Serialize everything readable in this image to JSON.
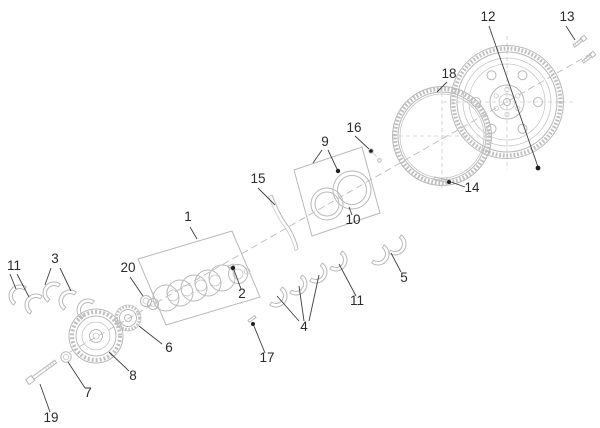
{
  "diagram": {
    "type": "exploded-parts-diagram",
    "colors": {
      "background": "#ffffff",
      "part_line": "#b9b9b9",
      "leader_line": "#3f3f3f",
      "label_text": "#2b2b2b"
    },
    "callouts": [
      {
        "label": "1"
      },
      {
        "label": "2"
      },
      {
        "label": "3"
      },
      {
        "label": "4"
      },
      {
        "label": "5"
      },
      {
        "label": "6"
      },
      {
        "label": "7"
      },
      {
        "label": "8"
      },
      {
        "label": "9"
      },
      {
        "label": "10"
      },
      {
        "label": "11"
      },
      {
        "label": "11"
      },
      {
        "label": "12"
      },
      {
        "label": "13"
      },
      {
        "label": "14"
      },
      {
        "label": "15"
      },
      {
        "label": "16"
      },
      {
        "label": "17"
      },
      {
        "label": "18"
      },
      {
        "label": "19"
      },
      {
        "label": "20"
      }
    ]
  }
}
